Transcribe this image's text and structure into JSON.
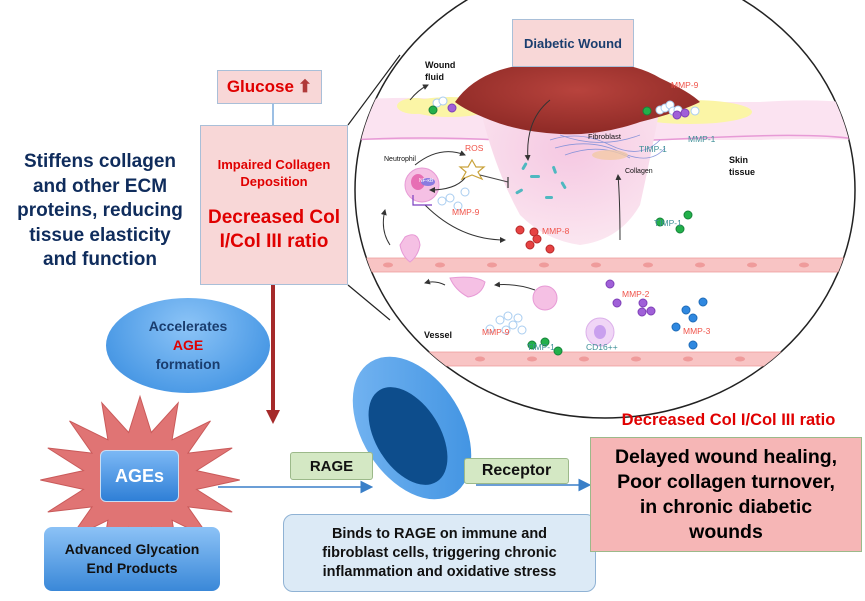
{
  "glucose": {
    "label": "Glucose",
    "indicator": "up-arrow-icon"
  },
  "impaired": {
    "title": "Impaired Collagen Deposition",
    "ratio": "Decreased Col I/Col III ratio"
  },
  "stiffens": {
    "lines": [
      "Stiffens collagen",
      "and other ECM",
      "proteins, reducing",
      "tissue elasticity",
      "and function"
    ]
  },
  "accelerates": {
    "line1": "Accelerates",
    "line2": "AGE",
    "line3": "formation"
  },
  "ages": {
    "label": "AGEs",
    "full_line1": "Advanced Glycation",
    "full_line2": "End Products"
  },
  "rage": {
    "label": "RAGE",
    "receptor_label": "Receptor"
  },
  "binds": {
    "line1": "Binds to RAGE on immune and",
    "line2": "fibroblast cells, triggering chronic",
    "line3": "inflammation and oxidative stress"
  },
  "outcome": {
    "header": "Decreased Col I/Col III ratio",
    "lines": [
      "Delayed wound healing,",
      "Poor collagen turnover,",
      "in chronic diabetic",
      "wounds"
    ]
  },
  "inset": {
    "title": "Diabetic Wound",
    "labels": {
      "wound_fluid_1": "Wound",
      "wound_fluid_2": "fluid",
      "skin_1": "Skin",
      "skin_2": "tissue",
      "fibroblast": "Fibroblast",
      "collagen": "Collagen",
      "neutrophil": "Neutrophil",
      "nfkb": "NF-κB",
      "ros": "ROS",
      "mmp9_top": "MMP-9",
      "mmp1": "MMP-1",
      "timp1_top": "TIMP-1",
      "mmp9_mid": "MMP-9",
      "mmp8": "MMP-8",
      "timp1_mid": "TIMP-1",
      "mmp2": "MMP-2",
      "mmp3": "MMP-3",
      "vessel": "Vessel",
      "mmp9_bottom": "MMP-9",
      "timp1_bottom": "TIMP-1",
      "cd16": "CD16++"
    }
  },
  "colors": {
    "red_text": "#e00000",
    "navy_text": "#0f2c5c",
    "pink_box": "#f8d7d7",
    "rage_green": "#d4e8c4",
    "ages_star": "#e07474",
    "blue_accent": "#3a88d8",
    "dark_red_arrow": "#a52a2a",
    "outcome_fill": "#f6b6b6"
  }
}
